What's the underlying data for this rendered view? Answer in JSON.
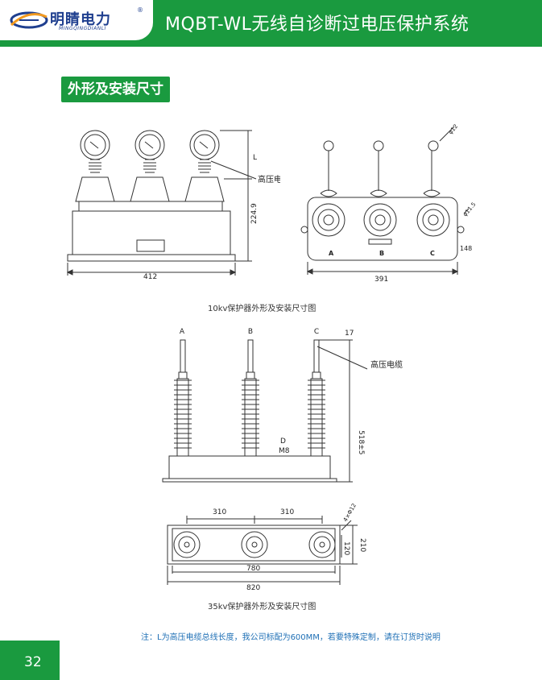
{
  "header": {
    "logo_cn": "明睛电力",
    "logo_en": "MINGQINGDIANLI",
    "logo_reg": "®",
    "title": "MQBT-WL无线自诊断过电压保护系统"
  },
  "section": {
    "title": "外形及安装尺寸"
  },
  "drawing_10kv": {
    "label_cable": "高压电缆",
    "dim_height": "224.9",
    "dim_L": "L",
    "dim_width_front": "412",
    "dim_width_top": "391",
    "dim_148": "148",
    "dim_hole": "φ11.5",
    "dim_phi12": "φ12",
    "phase_a": "A",
    "phase_b": "B",
    "phase_c": "C",
    "caption": "10kv保护器外形及安装尺寸图"
  },
  "drawing_35kv": {
    "phase_a": "A",
    "phase_b": "B",
    "phase_c": "C",
    "dim_17": "17",
    "label_cable": "高压电缆",
    "dim_height": "518±5",
    "label_d": "D",
    "label_m8": "M8",
    "dim_310_left": "310",
    "dim_310_right": "310",
    "dim_holes": "4×Φ12",
    "dim_210": "210",
    "dim_120": "120",
    "dim_780": "780",
    "dim_820": "820",
    "caption": "35kv保护器外形及安装尺寸图"
  },
  "note": "注：L为高压电缆总线长度，我公司标配为600MM，若要特殊定制，请在订货时说明",
  "page_number": "32",
  "colors": {
    "brand_green": "#1a9a3f",
    "logo_blue": "#1f3f8f",
    "note_blue": "#1e6fb5"
  }
}
